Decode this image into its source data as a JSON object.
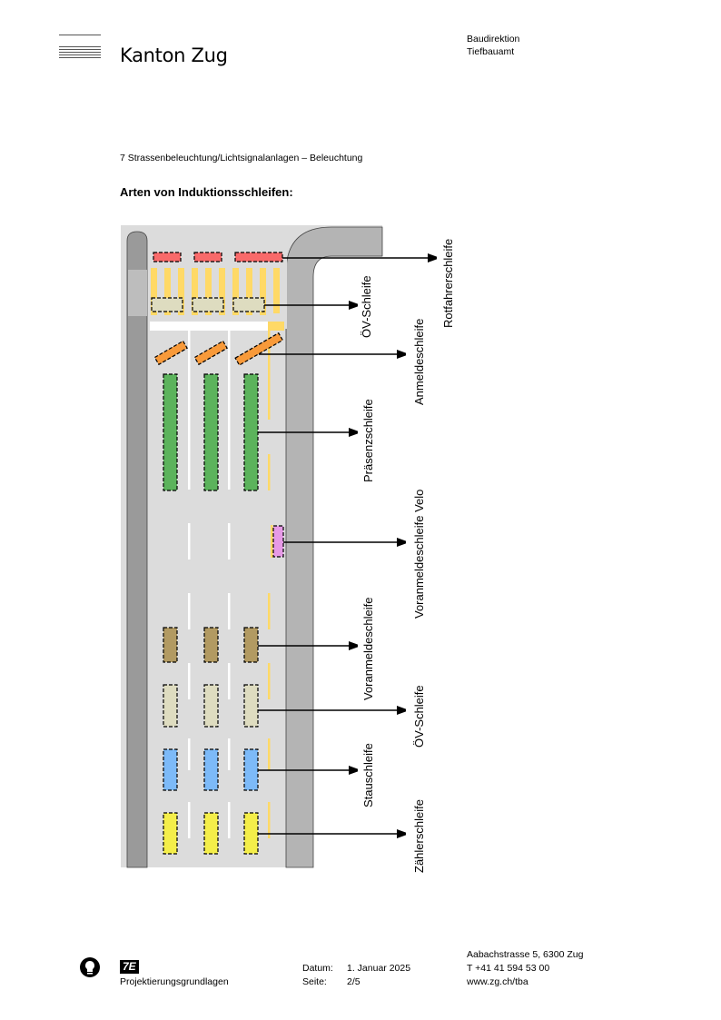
{
  "header": {
    "org_name": "Kanton Zug",
    "department": "Baudirektion",
    "office": "Tiefbauamt"
  },
  "section_title": "7 Strassenbeleuchtung/Lichtsignalanlagen – Beleuchtung",
  "heading": "Arten von Induktionsschleifen:",
  "diagram": {
    "colors": {
      "road": "#dcdcdc",
      "curb": "#b4b4b4",
      "rotfahrer": "#f86a6a",
      "oev": "#dedcc0",
      "anmelde": "#f89a3a",
      "praesenz": "#5cb35c",
      "velo": "#e69ae6",
      "voranmelde": "#b29a62",
      "stau": "#7dbaf8",
      "zaehler": "#f4ee4a",
      "marking_yellow": "#ffd966"
    },
    "labels": {
      "rotfahrer": "Rotfahrerschleife",
      "oev_top": "ÖV-Schleife",
      "anmelde": "Anmeldeschleife",
      "praesenz": "Präsenzschleife",
      "voranmelde_velo": "Voranmeldeschleife Velo",
      "voranmelde": "Voranmeldeschleife",
      "oev_bottom": "ÖV-Schleife",
      "stau": "Stauschleife",
      "zaehler": "Zählerschleife"
    }
  },
  "footer": {
    "icon": "lightbulb-icon",
    "badge": "7E",
    "doc_title": "Projektierungsgrundlagen",
    "date_label": "Datum:",
    "date_value": "1. Januar 2025",
    "page_label": "Seite:",
    "page_value": "2/5",
    "address": "Aabachstrasse 5, 6300 Zug",
    "phone": "T +41 41 594 53 00",
    "web": "www.zg.ch/tba"
  }
}
